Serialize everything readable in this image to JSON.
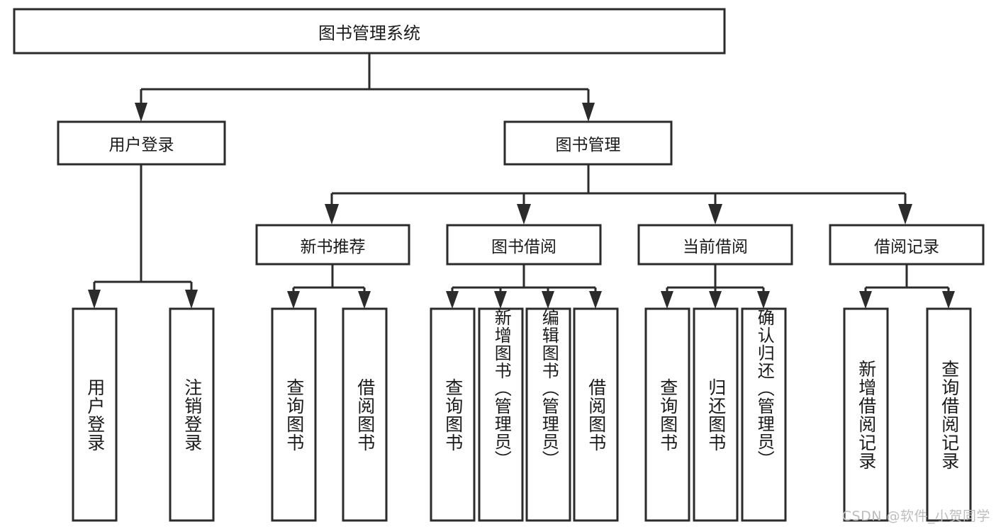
{
  "diagram": {
    "type": "tree-hierarchy-flowchart",
    "title": "图书管理系统",
    "watermark": "CSDN @软件_小贺同学",
    "colors": {
      "background": "#ffffff",
      "box_stroke": "#2b2b2b",
      "box_fill": "#ffffff",
      "text": "#1a1a1a",
      "watermark": "#bdbdbd"
    },
    "levels": {
      "root": {
        "label": "图书管理系统"
      },
      "level2": [
        {
          "id": "user-login",
          "label": "用户登录"
        },
        {
          "id": "book-management",
          "label": "图书管理"
        }
      ],
      "level3": [
        {
          "id": "new-book-recommend",
          "label": "新书推荐",
          "parent": "book-management"
        },
        {
          "id": "book-borrow",
          "label": "图书借阅",
          "parent": "book-management"
        },
        {
          "id": "current-borrow",
          "label": "当前借阅",
          "parent": "book-management"
        },
        {
          "id": "borrow-record",
          "label": "借阅记录",
          "parent": "book-management"
        }
      ],
      "leaves": [
        {
          "id": "leaf-user-login",
          "label": "用户登录",
          "parent": "user-login"
        },
        {
          "id": "leaf-logout-login",
          "label": "注销登录",
          "parent": "user-login"
        },
        {
          "id": "leaf-query-book-1",
          "label": "查询图书",
          "parent": "new-book-recommend"
        },
        {
          "id": "leaf-borrow-book-1",
          "label": "借阅图书",
          "parent": "new-book-recommend"
        },
        {
          "id": "leaf-query-book-2",
          "label": "查询图书",
          "parent": "book-borrow"
        },
        {
          "id": "leaf-add-book",
          "label": "新增图书（管理员）",
          "parent": "book-borrow"
        },
        {
          "id": "leaf-edit-book",
          "label": "编辑图书（管理员）",
          "parent": "book-borrow"
        },
        {
          "id": "leaf-borrow-book-2",
          "label": "借阅图书",
          "parent": "book-borrow"
        },
        {
          "id": "leaf-query-book-3",
          "label": "查询图书",
          "parent": "current-borrow"
        },
        {
          "id": "leaf-return-book",
          "label": "归还图书",
          "parent": "current-borrow"
        },
        {
          "id": "leaf-confirm-return",
          "label": "确认归还（管理员）",
          "parent": "current-borrow"
        },
        {
          "id": "leaf-add-record",
          "label": "新增借阅记录",
          "parent": "borrow-record"
        },
        {
          "id": "leaf-query-record",
          "label": "查询借阅记录",
          "parent": "borrow-record"
        }
      ]
    }
  }
}
